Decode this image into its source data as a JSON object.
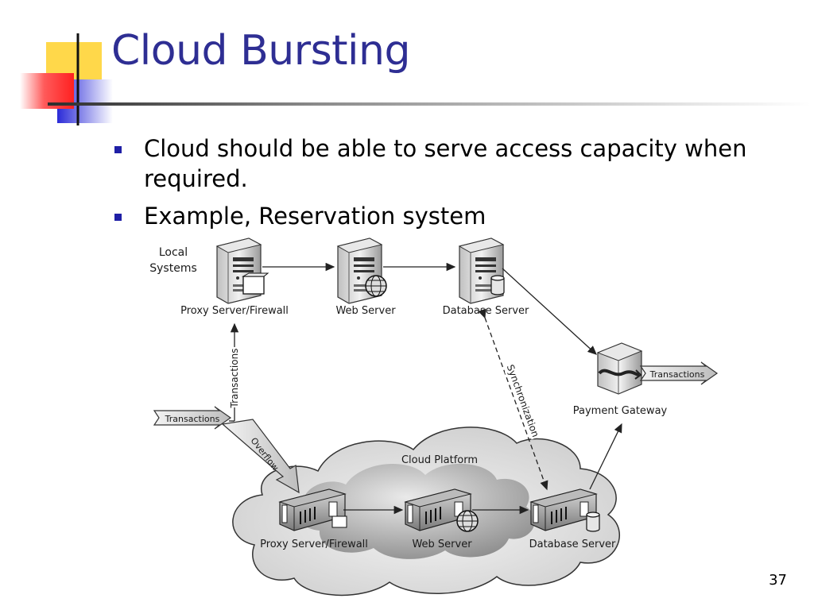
{
  "slide": {
    "title": "Cloud Bursting",
    "page_number": "37",
    "bullets": [
      "Cloud should be able to serve access capacity when required.",
      "Example, Reservation system"
    ]
  },
  "diagram": {
    "local": {
      "group_label_line1": "Local",
      "group_label_line2": "Systems",
      "proxy": "Proxy Server/Firewall",
      "web": "Web Server",
      "database": "Database Server"
    },
    "payment_gateway": "Payment Gateway",
    "cloud": {
      "label": "Cloud Platform",
      "proxy": "Proxy Server/Firewall",
      "web": "Web Server",
      "database": "Database Server"
    },
    "flows": {
      "incoming_transactions": "Transactions",
      "outgoing_transactions": "Transactions",
      "vertical_transactions": "Transactions",
      "overflow": "Overflow",
      "synchronization": "Synchronization"
    }
  }
}
